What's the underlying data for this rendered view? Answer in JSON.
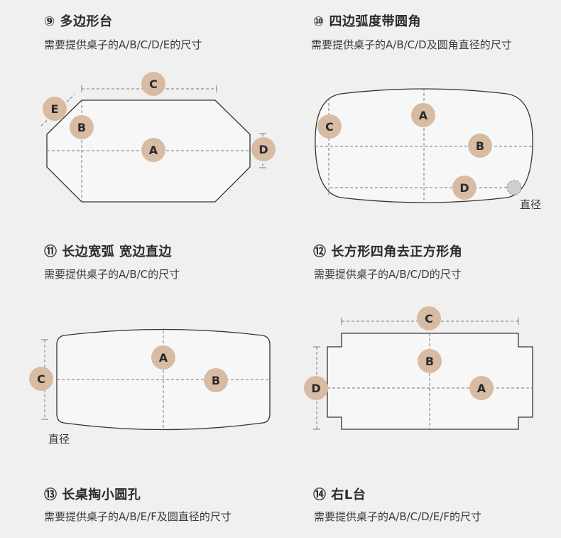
{
  "panels": [
    {
      "title": "⑨ 多边形台",
      "subtitle": "需要提供桌子的A/B/C/D/E的尺寸"
    },
    {
      "title": "⑩ 四边弧度带圆角",
      "subtitle": "需要提供桌子的A/B/C/D及圆角直径的尺寸",
      "note": "直径"
    },
    {
      "title": "⑪ 长边宽弧 宽边直边",
      "subtitle": "需要提供桌子的A/B/C的尺寸",
      "note": "直径"
    },
    {
      "title": "⑫ 长方形四角去正方形角",
      "subtitle": "需要提供桌子的A/B/C/D的尺寸"
    },
    {
      "title": "⑬ 长桌掏小圆孔",
      "subtitle": "需要提供桌子的A/B/E/F及圆直径的尺寸"
    },
    {
      "title": "⑭ 右L台",
      "subtitle": "需要提供桌子的A/B/C/D/E/F的尺寸"
    }
  ],
  "labels": {
    "a": "A",
    "b": "B",
    "c": "C",
    "d": "D",
    "e": "E"
  },
  "colors": {
    "background": "#f0f0f0",
    "badge": "#d8bba3",
    "outline": "#333333"
  }
}
